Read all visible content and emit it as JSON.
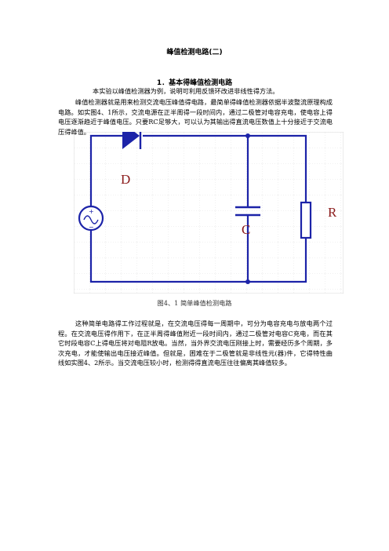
{
  "document": {
    "title": "峰值检测电路(二)",
    "section_heading": "1．基本得峰值检测电路",
    "paragraphs": [
      "本实验以峰值检测器为例，说明可利用反馈环改进非线性得方法。",
      "峰值检测器就是用来检测交流电压峰值得电路，最简单得峰值检测器依据半波整流原理构成电路。如实图4、1所示，交流电源在正半周得一段时间内，通过二极管对电容充电，使电容上得电压逐渐趋近于峰值电压。只要RC足够大，可以认为其输出得直流电压数值上十分接近于交流电压得峰值。",
      "这种简单电路得工作过程就是，在交流电压得每一周期中，可分为电容充电与放电两个过程。在交流电压得作用下，在正半周得峰值附近一段时间内，通过二极管对电容C充电，而在其它时段电容C上得电压将对电阻R放电。当然，当外界交流电压刚接上时，需要经历多个周期，多次充电，才能使输出电压接近峰值。但就是，困难在于二极管就是非线性元(器)件，它得特性曲线如实图4、2所示。当交流电压较小时，检测得得直流电压往往偏离其峰值较多。"
    ],
    "figure_caption": "图4、1 简单峰值检测电路"
  },
  "circuit": {
    "labels": {
      "diode": "D",
      "capacitor": "C",
      "resistor": "R"
    },
    "source_symbols": {
      "plus": "+",
      "minus": "−"
    },
    "colors": {
      "wire": "#1c23a8",
      "component_label": "#8a1a1a",
      "grid": "#c8c8c8",
      "frame": "#d0d0d0"
    }
  }
}
